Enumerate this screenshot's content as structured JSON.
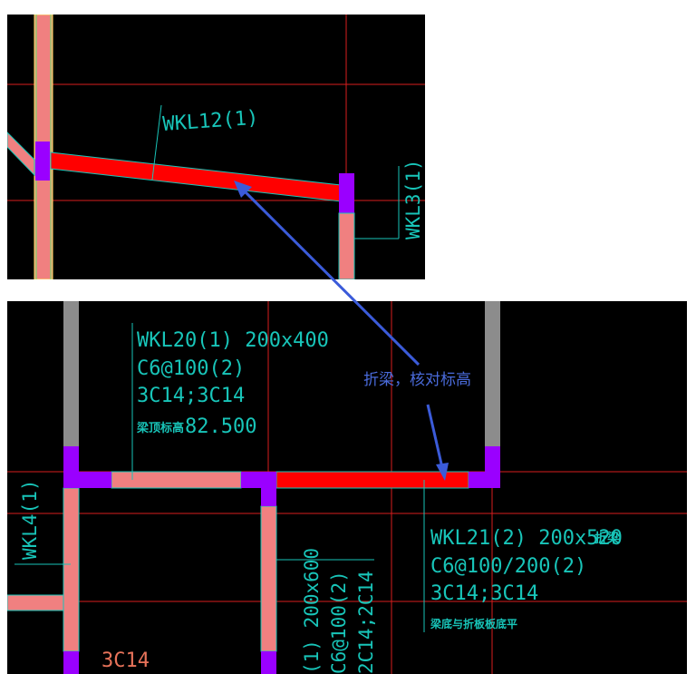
{
  "colors": {
    "background": "#000000",
    "page": "#ffffff",
    "axis_line": "#d81e1e",
    "beam_red": "#ff0000",
    "beam_pink": "#f08080",
    "column_purple": "#9a00ff",
    "column_gray": "#8c8c8c",
    "cad_text": "#18c5b9",
    "annotation_blue": "#3b5bd9"
  },
  "top_panel": {
    "beam_label_1": "WKL12(1)",
    "beam_label_2": "WKL3(1)"
  },
  "bottom_panel": {
    "wkl20": {
      "line1": "WKL20(1) 200x400",
      "line2": "C6@100(2)",
      "line3": "3C14;3C14",
      "line4_prefix": "梁顶标高",
      "line4_value": "82.500"
    },
    "wkl21": {
      "line1": "WKL21(2) 200x520",
      "line1_suffix": "折梁",
      "line2": "C6@100/200(2)",
      "line3": "3C14;3C14",
      "line4": "梁底与折板板底平"
    },
    "wkl4_label": "WKL4(1)",
    "vertical_beam": {
      "line1": "(1) 200x600",
      "line2": "C6@100(2)",
      "line3": "2C14;2C14"
    },
    "rebar_label": "3C14"
  },
  "annotation": {
    "text": "折梁，核对标高"
  }
}
